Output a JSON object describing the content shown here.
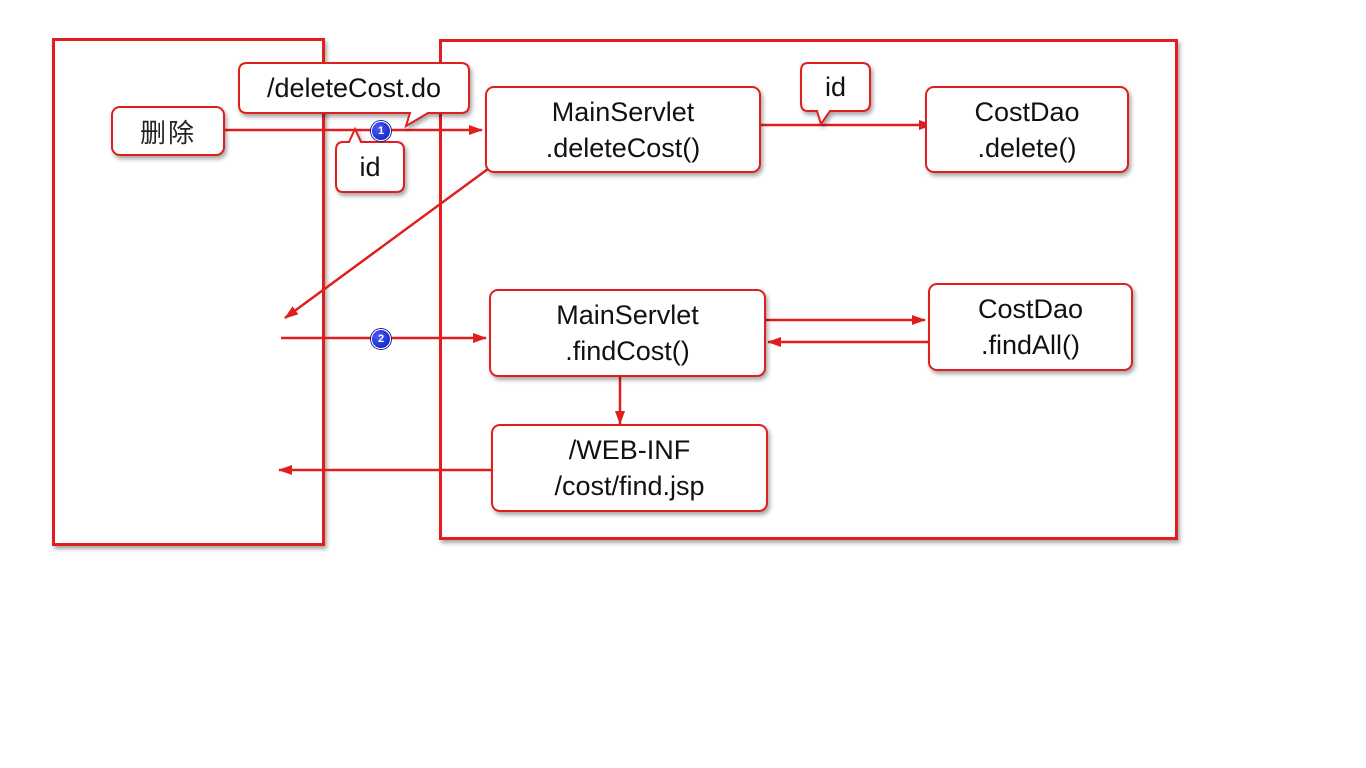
{
  "client": {
    "delete_button": "删除"
  },
  "request1": {
    "url_callout": "/deleteCost.do",
    "param_callout": "id",
    "step": "1"
  },
  "main_delete": {
    "line1": "MainServlet",
    "line2": ".deleteCost()"
  },
  "delete_param": {
    "label": "id"
  },
  "dao_delete": {
    "line1": "CostDao",
    "line2": ".delete()"
  },
  "request2": {
    "step": "2"
  },
  "main_find": {
    "line1": "MainServlet",
    "line2": ".findCost()"
  },
  "dao_findall": {
    "line1": "CostDao",
    "line2": ".findAll()"
  },
  "jsp": {
    "line1": "/WEB-INF",
    "line2": "/cost/find.jsp"
  },
  "colors": {
    "stroke": "#e01e1e",
    "badge": "#1a2bd0"
  }
}
